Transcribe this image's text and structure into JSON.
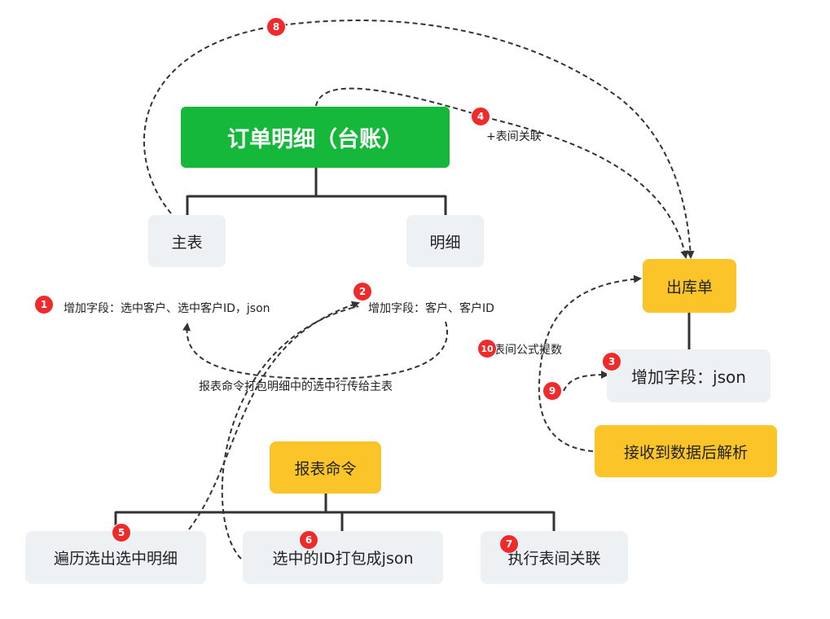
{
  "nodes": {
    "root": "订单明细（台账）",
    "main_table": "主表",
    "detail": "明细",
    "outbound": "出库单",
    "outbound_field": "增加字段：json",
    "receive_parse": "接收到数据后解析",
    "report_cmd": "报表命令",
    "traverse": "遍历选出选中明细",
    "pack_json": "选中的ID打包成json",
    "exec_relation": "执行表间关联"
  },
  "labels": {
    "main_add_field": "增加字段：选中客户、选中客户ID，json",
    "detail_add_field": "增加字段：客户、客户ID",
    "pass_to_main": "报表命令打包明细中的选中行传给主表",
    "table_relation": "+表间关联",
    "formula_extract": "表间公式提数"
  },
  "badges": [
    "1",
    "2",
    "3",
    "4",
    "5",
    "6",
    "7",
    "8",
    "9",
    "10"
  ],
  "colors": {
    "green": "#15b83a",
    "yellow": "#fbc52a",
    "gray": "#eef1f4",
    "badge_red": "#ee2a2a",
    "line": "#333333"
  }
}
